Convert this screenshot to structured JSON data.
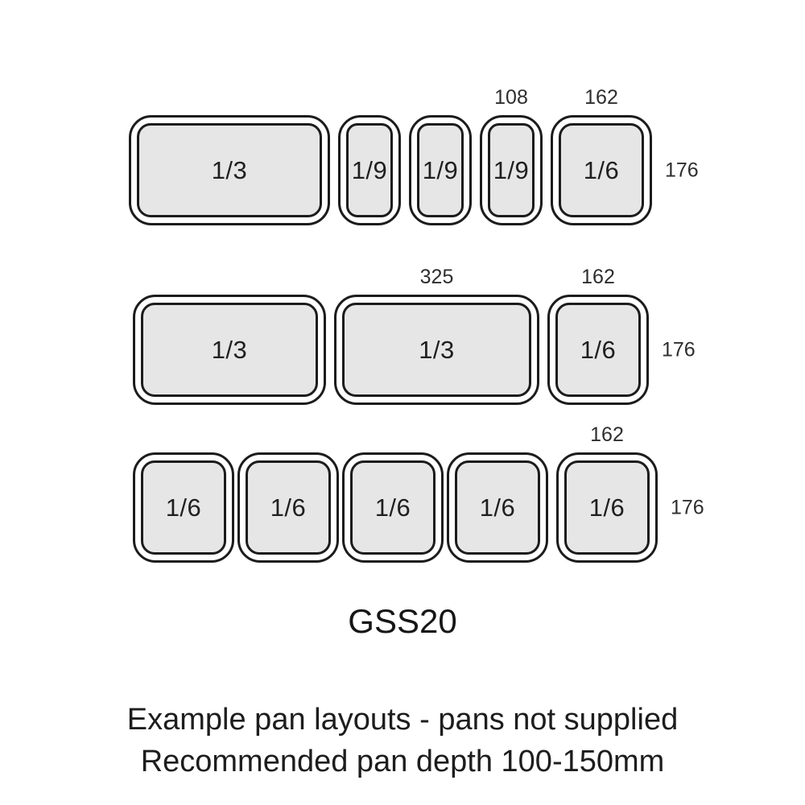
{
  "title": "GSS20",
  "footer": {
    "line1": "Example pan layouts - pans not supplied",
    "line2": "Recommended pan depth 100-150mm"
  },
  "rows": [
    {
      "dim_right": "176",
      "pans": [
        {
          "label": "1/3"
        },
        {
          "label": "1/9"
        },
        {
          "label": "1/9"
        },
        {
          "label": "1/9",
          "dim_top": "108"
        },
        {
          "label": "1/6",
          "dim_top": "162"
        }
      ]
    },
    {
      "dim_right": "176",
      "pans": [
        {
          "label": "1/3"
        },
        {
          "label": "1/3",
          "dim_top": "325"
        },
        {
          "label": "1/6",
          "dim_top": "162"
        }
      ]
    },
    {
      "dim_right": "176",
      "pans": [
        {
          "label": "1/6"
        },
        {
          "label": "1/6"
        },
        {
          "label": "1/6"
        },
        {
          "label": "1/6"
        },
        {
          "label": "1/6",
          "dim_top": "162"
        }
      ]
    }
  ],
  "colors": {
    "pan_fill": "#e6e6e6",
    "outline": "#1c1c1c"
  }
}
